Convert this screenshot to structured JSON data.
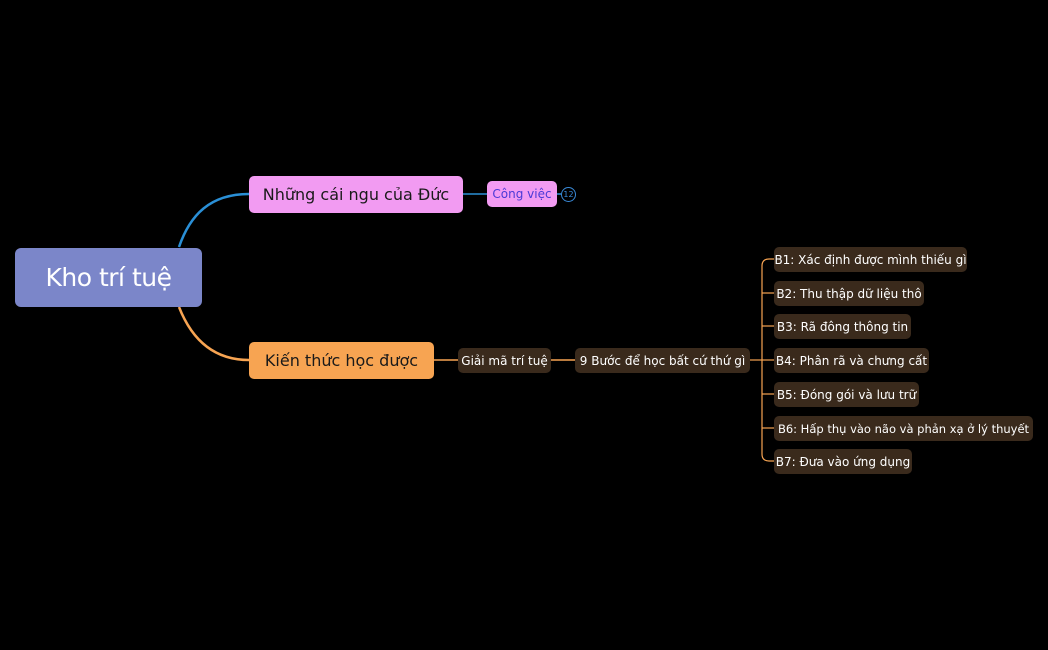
{
  "colors": {
    "background": "#000000",
    "root": "#7b86c9",
    "branch_pink": "#f29bf2",
    "branch_orange": "#f7a452",
    "link_blue": "#2a8fd6",
    "link_orange": "#f7a452",
    "leaf_bg": "#3a2a1c",
    "badge": "#3a8ad8"
  },
  "root": {
    "label": "Kho trí tuệ"
  },
  "branches": [
    {
      "label": "Những cái ngu của Đức",
      "child": {
        "label": "Công việc",
        "collapsed_count": "12"
      }
    },
    {
      "label": "Kiến thức học được",
      "child": {
        "label": "Giải mã trí tuệ",
        "child": {
          "label": "9 Bước để học bất cứ thứ gì",
          "steps": [
            "B1: Xác định được mình thiếu gì",
            "B2: Thu thập dữ liệu thô",
            "B3: Rã đông thông tin",
            "B4: Phân rã và chưng cất",
            "B5: Đóng gói và lưu trữ",
            "B6: Hấp thụ vào não và phản xạ ở lý thuyết",
            "B7: Đưa vào ứng dụng"
          ]
        }
      }
    }
  ]
}
